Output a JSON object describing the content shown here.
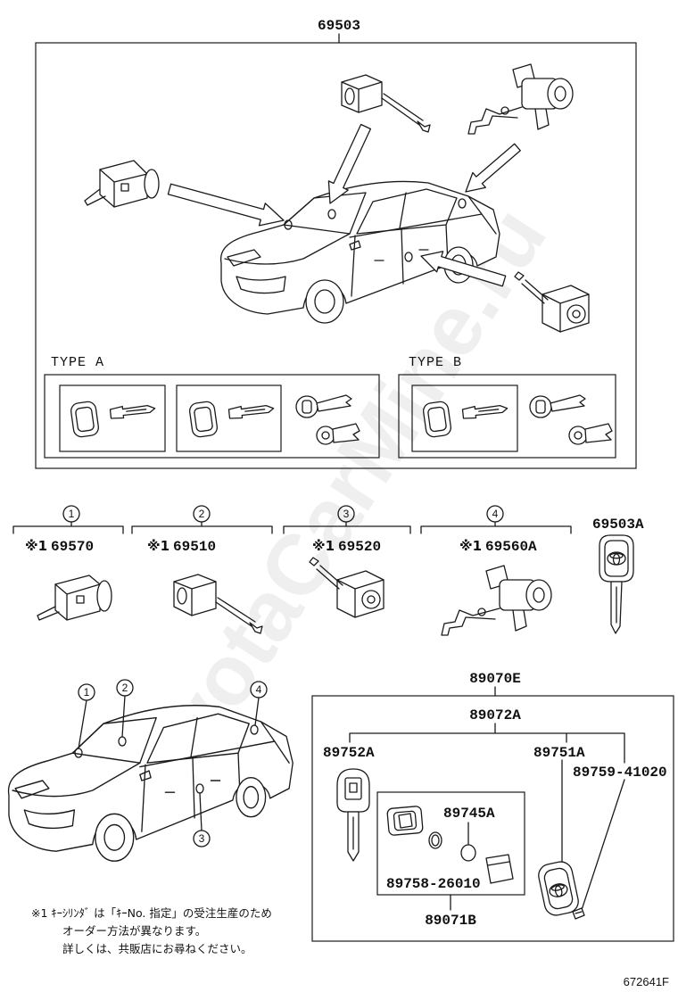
{
  "assembly": {
    "part_no": "69503"
  },
  "type_a": {
    "label": "TYPE A"
  },
  "type_b": {
    "label": "TYPE B"
  },
  "cylinders": [
    {
      "index": "1",
      "mark": "※1",
      "part_no": "69570"
    },
    {
      "index": "2",
      "mark": "※1",
      "part_no": "69510"
    },
    {
      "index": "3",
      "mark": "※1",
      "part_no": "69520"
    },
    {
      "index": "4",
      "mark": "※1",
      "part_no": "69560A"
    }
  ],
  "master_key": {
    "part_no": "69503A"
  },
  "car_callouts": [
    "1",
    "2",
    "3",
    "4"
  ],
  "key_set": {
    "part_no": "89070E",
    "sub_set": "89072A",
    "key_left": "89752A",
    "key_right": "89751A",
    "screw": "89759-41020",
    "chip": "89745A",
    "inner_part": "89758-26010",
    "inner_set": "89071B"
  },
  "note": {
    "lines": [
      "※1  ｷｰｼﾘﾝﾀﾞ は「ｷｰNo. 指定」の受注生産のため",
      "オーダー方法が異なります。",
      "詳しくは、共販店にお尋ねください。"
    ]
  },
  "figure_id": "672641F",
  "watermark": "ToyotaCarMine.ru",
  "colors": {
    "line": "#1a1a1a",
    "background": "#ffffff"
  }
}
